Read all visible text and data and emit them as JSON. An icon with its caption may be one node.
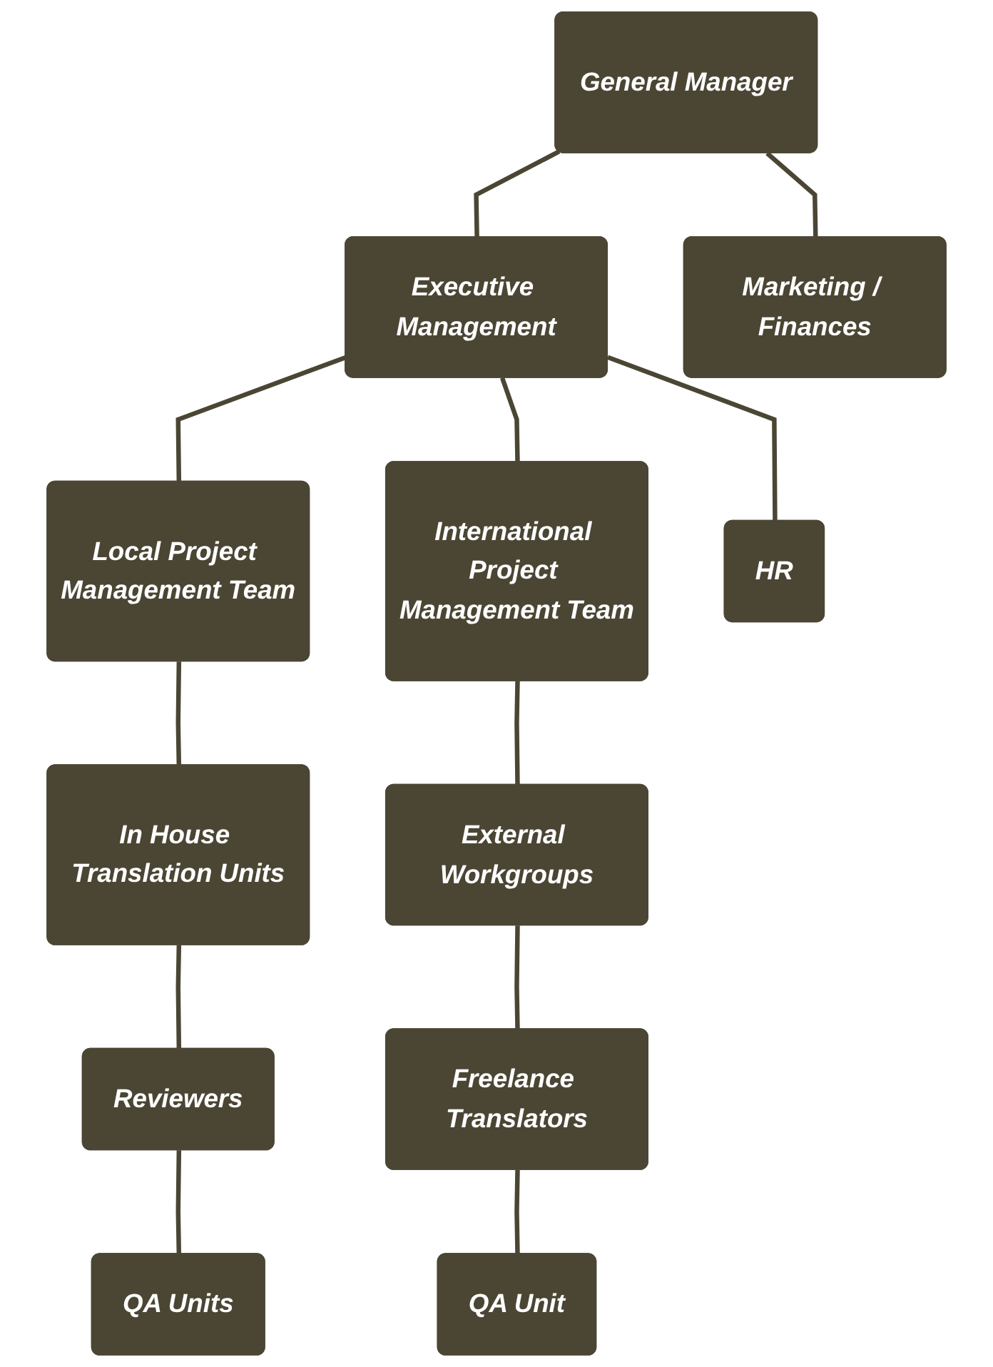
{
  "diagram": {
    "nodes": [
      {
        "text": [
          "General Manager"
        ]
      },
      {
        "text": [
          "Executive Management"
        ]
      },
      {
        "text": [
          "Marketing / Finances"
        ]
      },
      {
        "text": [
          "Local Project Management Team"
        ]
      },
      {
        "text": [
          "International Project Management Team"
        ]
      },
      {
        "text": [
          "HR"
        ]
      },
      {
        "text": [
          "In House Translation Units"
        ]
      },
      {
        "text": [
          "Reviewers"
        ]
      },
      {
        "text": [
          "QA Units"
        ]
      },
      {
        "text": [
          "External Workgroups"
        ]
      },
      {
        "text": [
          "Freelance Translators"
        ]
      },
      {
        "text": [
          "QA Unit"
        ]
      }
    ],
    "edges": [
      {
        "from": 0,
        "to": 1,
        "arrow": "none"
      },
      {
        "from": 0,
        "to": 2,
        "arrow": "none"
      },
      {
        "from": 1,
        "to": 3,
        "arrow": "none"
      },
      {
        "from": 1,
        "to": 4,
        "arrow": "none"
      },
      {
        "from": 1,
        "to": 5,
        "arrow": "none"
      },
      {
        "from": 3,
        "to": 6,
        "arrow": "none"
      },
      {
        "from": 6,
        "to": 7,
        "arrow": "none"
      },
      {
        "from": 7,
        "to": 8,
        "arrow": "none"
      },
      {
        "from": 4,
        "to": 9,
        "arrow": "none"
      },
      {
        "from": 9,
        "to": 10,
        "arrow": "none"
      },
      {
        "from": 10,
        "to": 11,
        "arrow": "none"
      }
    ]
  }
}
